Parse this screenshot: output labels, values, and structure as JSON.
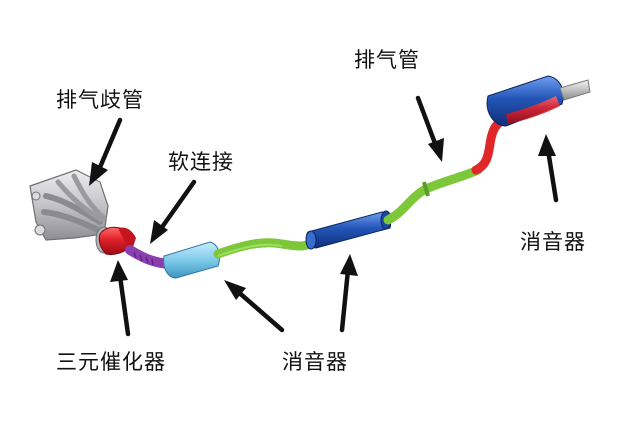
{
  "labels": {
    "exhaust_manifold": "排气歧管",
    "flex_connector": "软连接",
    "catalytic_converter": "三元催化器",
    "middle_muffler": "消音器",
    "exhaust_pipe": "排气管",
    "rear_muffler": "消音器"
  },
  "colors": {
    "manifold": "#c9c9cc",
    "catalytic_converter": "#e8202a",
    "flex_connector": "#8a3fb0",
    "front_muffler": "#7ecbea",
    "pipe_green": "#7cc83a",
    "middle_muffler": "#2456b8",
    "pipe_red": "#e0282a",
    "rear_muffler": "#2a5cc4",
    "arrow": "#111111"
  }
}
